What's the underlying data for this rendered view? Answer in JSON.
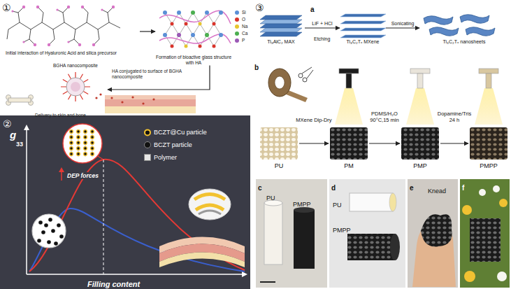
{
  "diagram": {
    "nodes": [
      {
        "text": [
          "Initial interaction of Hyaluronic Acid and silica precursor"
        ]
      },
      {
        "text": [
          "Formation of bioactive glass structure with HA"
        ]
      },
      {
        "text": [
          "BGHA nanocomposite"
        ]
      },
      {
        "text": [
          "Ti₃AlC₂ MAX"
        ]
      },
      {
        "text": [
          "Ti₃C₂Tₓ MXene"
        ]
      },
      {
        "text": [
          "Ti₃C₂Tₓ nanosheets"
        ]
      },
      {
        "text": [
          "PU"
        ]
      },
      {
        "text": [
          "PM"
        ]
      },
      {
        "text": [
          "PMP"
        ]
      },
      {
        "text": [
          "PMPP"
        ]
      }
    ],
    "edges": [
      {
        "from": 0,
        "to": 1,
        "arrow": "to"
      },
      {
        "from": 1,
        "to": 2,
        "arrow": "to"
      },
      {
        "from": 3,
        "to": 4,
        "label": "LiF + HCl",
        "arrow": "to"
      },
      {
        "from": 4,
        "to": 5,
        "label": "Sonicating",
        "arrow": "to"
      },
      {
        "from": 6,
        "to": 7,
        "label": "MXene Dip-Dry",
        "arrow": "to"
      },
      {
        "from": 7,
        "to": 8,
        "label": "PDMS/H₂O 90°C,15 min",
        "arrow": "to"
      },
      {
        "from": 8,
        "to": 9,
        "label": "Dopamine/Tris 24 h",
        "arrow": "to"
      }
    ],
    "labels": [
      "①",
      "HA conjugated to surface of BGHA nanocomposite",
      "Delivery to skin and bone",
      "②",
      "g",
      "33",
      "DEP forces",
      "Filling content",
      "③",
      "a",
      "Etching",
      "b",
      "c",
      "PU",
      "PMPP",
      "d",
      "PU",
      "PMPP",
      "e",
      "Knead",
      "f"
    ],
    "legend": [
      {
        "text": "Si",
        "color": "#5b8fd6"
      },
      {
        "text": "O",
        "color": "#d9342b"
      },
      {
        "text": "Na",
        "color": "#e7c52f"
      },
      {
        "text": "Ca",
        "color": "#4caf50"
      },
      {
        "text": "P",
        "color": "#9b59b6"
      },
      {
        "text": "BCZT@Cu particle"
      },
      {
        "text": "BCZT particle",
        "color": "#111111"
      },
      {
        "text": "Polymer",
        "color": "#e6e6e6"
      }
    ]
  }
}
